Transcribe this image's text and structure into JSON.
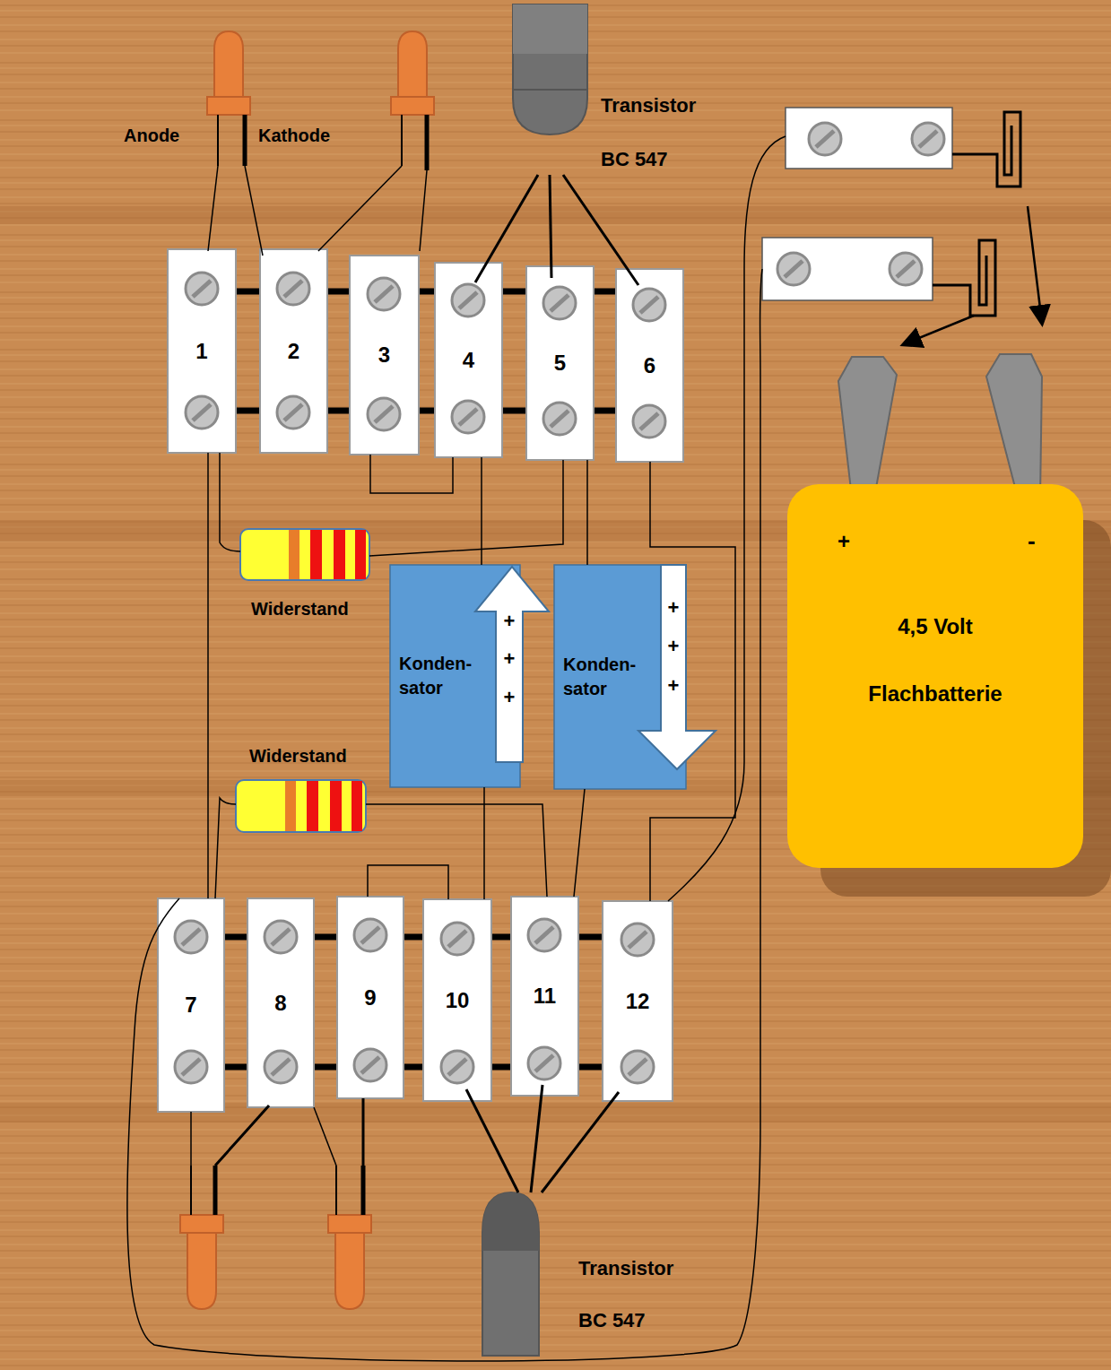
{
  "diagram": {
    "nodes": [
      {
        "text": [
          "1"
        ]
      },
      {
        "text": [
          "2"
        ]
      },
      {
        "text": [
          "3"
        ]
      },
      {
        "text": [
          "4"
        ]
      },
      {
        "text": [
          "5"
        ]
      },
      {
        "text": [
          "6"
        ]
      },
      {
        "text": [
          "+",
          "-",
          "4,5 Volt",
          "Flachbatterie"
        ]
      },
      {
        "text": [
          "Konden- sator"
        ]
      },
      {
        "text": [
          "Konden- sator"
        ]
      },
      {
        "text": [
          "7"
        ]
      },
      {
        "text": [
          "8"
        ]
      },
      {
        "text": [
          "9"
        ]
      },
      {
        "text": [
          "10"
        ]
      },
      {
        "text": [
          "11"
        ]
      },
      {
        "text": [
          "12"
        ]
      }
    ],
    "edges": [
      {
        "from": 0,
        "to": 9,
        "arrow": "none"
      },
      {
        "from": 2,
        "to": 3,
        "arrow": "none"
      },
      {
        "from": 3,
        "to": 7,
        "arrow": "none"
      },
      {
        "from": 4,
        "to": 8,
        "arrow": "none"
      },
      {
        "from": 5,
        "to": 14,
        "arrow": "none"
      },
      {
        "from": 7,
        "to": 12,
        "arrow": "none"
      },
      {
        "from": 8,
        "to": 13,
        "arrow": "none"
      },
      {
        "from": 11,
        "to": 12,
        "arrow": "none"
      }
    ],
    "labels": [
      "Anode",
      "Kathode",
      "Transistor",
      "BC 547",
      "Widerstand",
      "+",
      "+",
      "+",
      "+",
      "+",
      "+",
      "Widerstand",
      "Transistor",
      "BC 547"
    ]
  }
}
